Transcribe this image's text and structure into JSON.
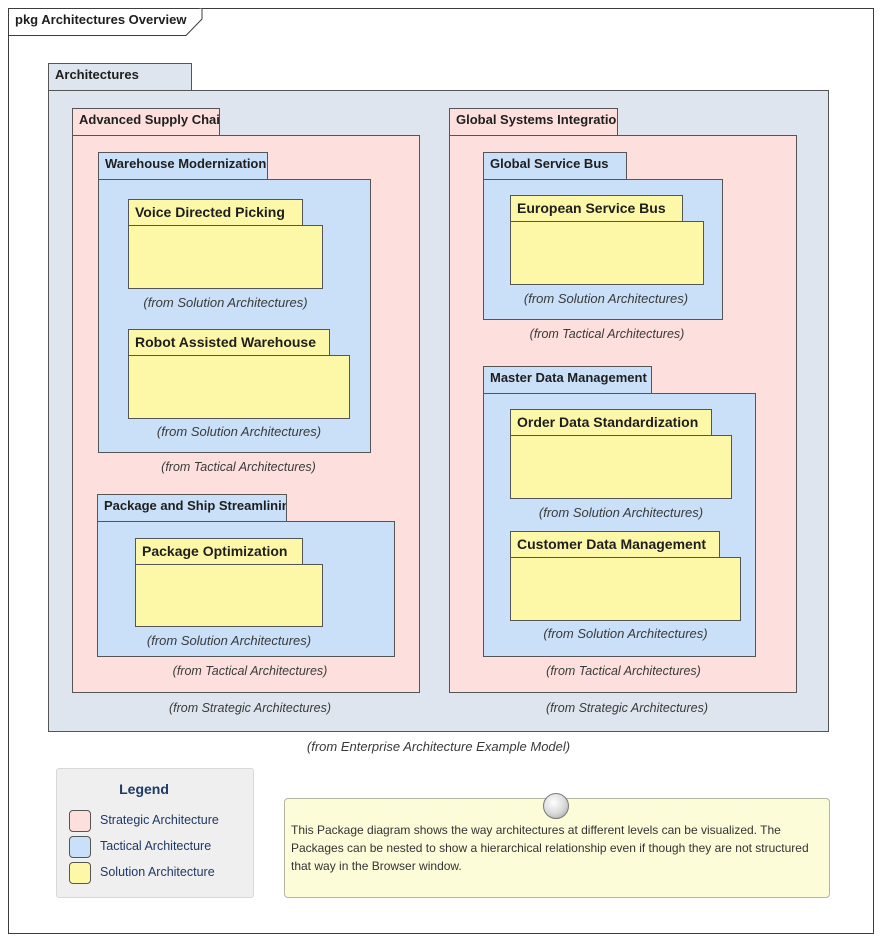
{
  "diagram": {
    "title": "pkg Architectures Overview"
  },
  "packages": {
    "architectures": {
      "name": "Architectures",
      "from": "(from Enterprise Architecture Example Model)"
    },
    "advanced_supply_chain": {
      "name": "Advanced Supply Chain",
      "from": "(from Strategic Architectures)"
    },
    "global_systems_integration": {
      "name": "Global Systems Integration",
      "from": "(from Strategic Architectures)"
    },
    "warehouse_modernization": {
      "name": "Warehouse Modernization",
      "from": "(from Tactical Architectures)"
    },
    "package_and_ship": {
      "name": "Package and Ship Streamlining",
      "from": "(from Tactical Architectures)"
    },
    "global_service_bus": {
      "name": "Global Service Bus",
      "from": "(from Tactical Architectures)"
    },
    "master_data_management": {
      "name": "Master Data Management",
      "from": "(from Tactical Architectures)"
    },
    "voice_directed_picking": {
      "name": "Voice Directed Picking",
      "from": "(from Solution Architectures)"
    },
    "robot_assisted_warehouse": {
      "name": "Robot Assisted Warehouse",
      "from": "(from Solution Architectures)"
    },
    "package_optimization": {
      "name": "Package Optimization",
      "from": "(from Solution Architectures)"
    },
    "european_service_bus": {
      "name": "European Service Bus",
      "from": "(from Solution Architectures)"
    },
    "order_data_standardization": {
      "name": "Order Data Standardization",
      "from": "(from Solution Architectures)"
    },
    "customer_data_management": {
      "name": "Customer Data Management",
      "from": "(from Solution Architectures)"
    }
  },
  "legend": {
    "title": "Legend",
    "items": [
      {
        "label": "Strategic Architecture",
        "color": "#fde0de"
      },
      {
        "label": "Tactical Architecture",
        "color": "#c9e0f8"
      },
      {
        "label": "Solution Architecture",
        "color": "#fdf8a8"
      }
    ]
  },
  "note": {
    "text": "This Package diagram shows the way architectures at different levels can be visualized. The Packages can be nested to show a hierarchical relationship even if though they are not structured that way in the Browser window."
  },
  "colors": {
    "architectures_fill": "#dfe5ee",
    "strategic_fill": "#fde0de",
    "tactical_fill": "#c9e0f8",
    "solution_fill": "#fdf8a8",
    "note_fill": "#fdfcd8"
  }
}
